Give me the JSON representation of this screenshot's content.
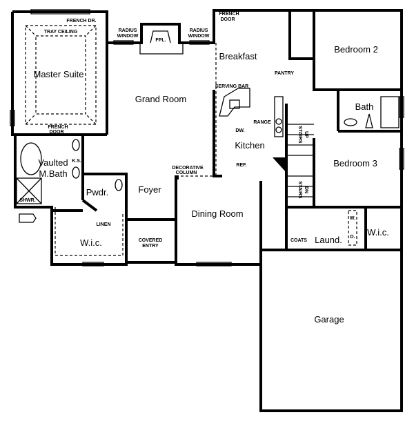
{
  "plan": {
    "rooms": {
      "master_suite": "Master Suite",
      "grand_room": "Grand Room",
      "breakfast": "Breakfast",
      "bedroom2": "Bedroom 2",
      "bath": "Bath",
      "kitchen": "Kitchen",
      "bedroom3": "Bedroom 3",
      "vaulted_bath_1": "Vaulted",
      "vaulted_bath_2": "M.Bath",
      "pwdr": "Pwdr.",
      "foyer": "Foyer",
      "dining_room": "Dining Room",
      "wic_left": "W.i.c.",
      "laund": "Laund.",
      "wic_right": "W.i.c.",
      "garage": "Garage"
    },
    "notes": {
      "french_dr": "FRENCH DR.",
      "tray_ceiling": "TRAY CEILING",
      "radius_window_left_1": "RADIUS",
      "radius_window_left_2": "WINDOW",
      "fpl": "FPL.",
      "radius_window_right_1": "RADIUS",
      "radius_window_right_2": "WINDOW",
      "french_door_top_1": "FRENCH",
      "french_door_top_2": "DOOR",
      "pantry": "PANTRY",
      "serving_bar": "SERVING BAR",
      "range": "RANGE",
      "dw": "DW.",
      "ref": "REF.",
      "stairs_up_1": "STAIRS",
      "stairs_up_2": "UP",
      "stairs_dn_1": "STAIRS",
      "stairs_dn_2": "DN",
      "decorative_column_1": "DECORATIVE",
      "decorative_column_2": "COLUMN",
      "french_door_bath_1": "FRENCH",
      "french_door_bath_2": "DOOR",
      "ks": "K.S.",
      "shwr": "SHWR.",
      "linen": "LINEN",
      "covered_entry_1": "COVERED",
      "covered_entry_2": "ENTRY",
      "coats": "COATS",
      "washer": "W.",
      "dryer": "D."
    }
  }
}
